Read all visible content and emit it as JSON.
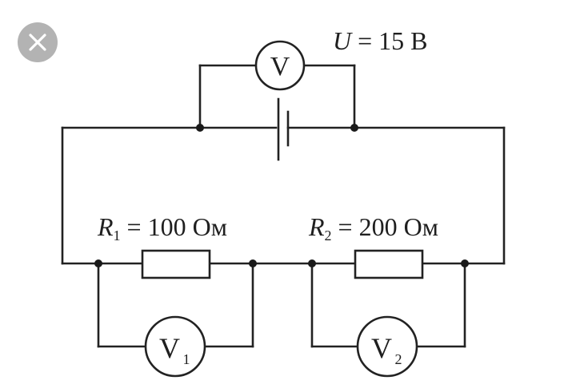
{
  "overlay": {
    "close_icon": "close-icon",
    "close_bg": "#b3b3b3"
  },
  "circuit": {
    "source": {
      "label_var": "U",
      "label_rest": " = 15 В"
    },
    "voltmeter_main": {
      "letter": "V"
    },
    "voltmeter_1": {
      "letter": "V",
      "subscript": "1"
    },
    "voltmeter_2": {
      "letter": "V",
      "subscript": "2"
    },
    "resistor_1": {
      "label_var": "R",
      "subscript": "1",
      "label_rest": " = 100 Ом"
    },
    "resistor_2": {
      "label_var": "R",
      "subscript": "2",
      "label_rest": " = 200 Ом"
    },
    "colors": {
      "wire": "#222222",
      "text": "#1f1f1f"
    }
  }
}
